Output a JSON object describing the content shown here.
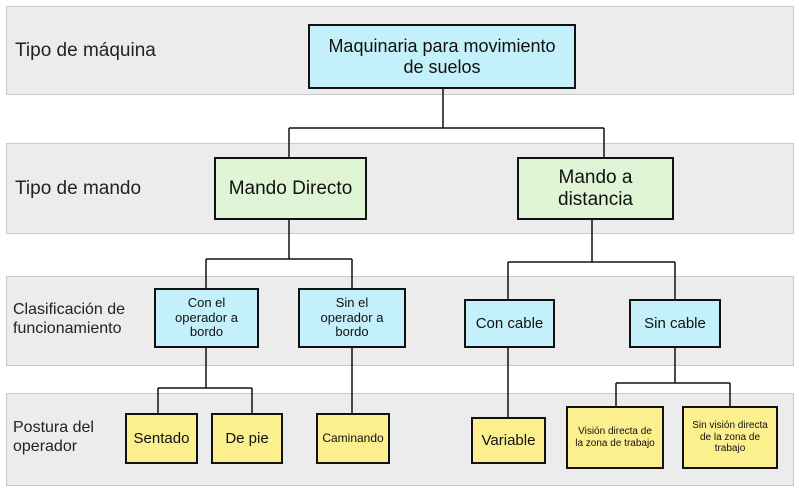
{
  "levels": {
    "machine_type": "Tipo de máquina",
    "control_type": "Tipo de mando",
    "classification_line1": "Clasificación de",
    "classification_line2": "funcionamiento",
    "posture_line1": "Postura del",
    "posture_line2": "operador"
  },
  "nodes": {
    "root": "Maquinaria para movimiento de suelos",
    "direct": "Mando Directo",
    "remote": "Mando a distancia",
    "onboard": "Con el operador a bordo",
    "not_onboard": "Sin el operador a bordo",
    "with_cable": "Con cable",
    "no_cable": "Sin cable",
    "seated": "Sentado",
    "standing": "De pie",
    "walking": "Caminando",
    "variable": "Variable",
    "direct_view": "Visión directa de la zona de trabajo",
    "no_direct_view": "Sin visión directa de la zona de trabajo"
  },
  "colors": {
    "band": "#ececec",
    "cyan": "#c3f0fa",
    "green": "#dff5d6",
    "yellow": "#fbef8e"
  }
}
